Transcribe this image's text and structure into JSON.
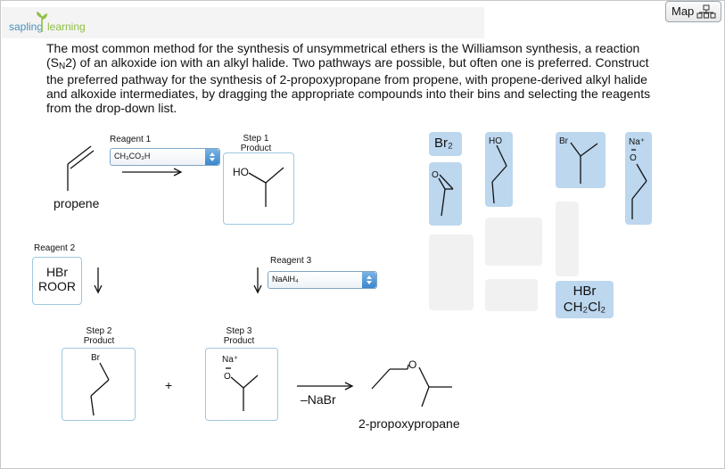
{
  "header": {
    "logo_word1": "sapling",
    "logo_word2": "learning",
    "map_label": "Map"
  },
  "question": {
    "line1": "The most common method for the synthesis of unsymmetrical ethers is the Williamson synthesis, a reaction",
    "line2_pre": "(S",
    "line2_sub": "N",
    "line2_post": "2) of an alkoxide ion with an alkyl halide. Two pathways are possible, but often one is preferred. Construct",
    "line3": "the preferred pathway for the synthesis of 2-propoxypropane from propene, with propene-derived alkyl halide",
    "line4": "and alkoxide intermediates, by dragging the appropriate compounds into their bins and selecting the reagents",
    "line5": "from the drop-down list."
  },
  "scheme": {
    "reagent1_label": "Reagent 1",
    "reagent1_value": "CH₃CO₃H",
    "step1_label_l1": "Step 1",
    "step1_label_l2": "Product",
    "step1_content": "HO",
    "propene_label": "propene",
    "reagent2_label": "Reagent 2",
    "reagent2_line1": "HBr",
    "reagent2_line2": "ROOR",
    "reagent3_label": "Reagent 3",
    "reagent3_value": "NaAlH₄",
    "step2_label_l1": "Step 2",
    "step2_label_l2": "Product",
    "step2_content": "Br",
    "step3_label_l1": "Step 3",
    "step3_label_l2": "Product",
    "step3_na": "Na⁺",
    "step3_o": "O",
    "plus": "+",
    "arrow_reagent": "–NaBr",
    "product_o": "O",
    "product_name": "2-propoxypropane"
  },
  "palette": {
    "br2": "Br₂",
    "epoxide_o": "O",
    "propanol_ho": "HO",
    "bromopropane_br": "Br",
    "propoxide_na": "Na⁺",
    "propoxide_o": "O",
    "hbr_line1": "HBr",
    "hbr_line2": "CH₂Cl₂"
  },
  "colors": {
    "tile": "#bcd7ee",
    "bin_border": "#9ec8df",
    "slot": "#f1f1f1",
    "logo_blue": "#4a8fb8",
    "logo_green": "#8fbf44"
  }
}
